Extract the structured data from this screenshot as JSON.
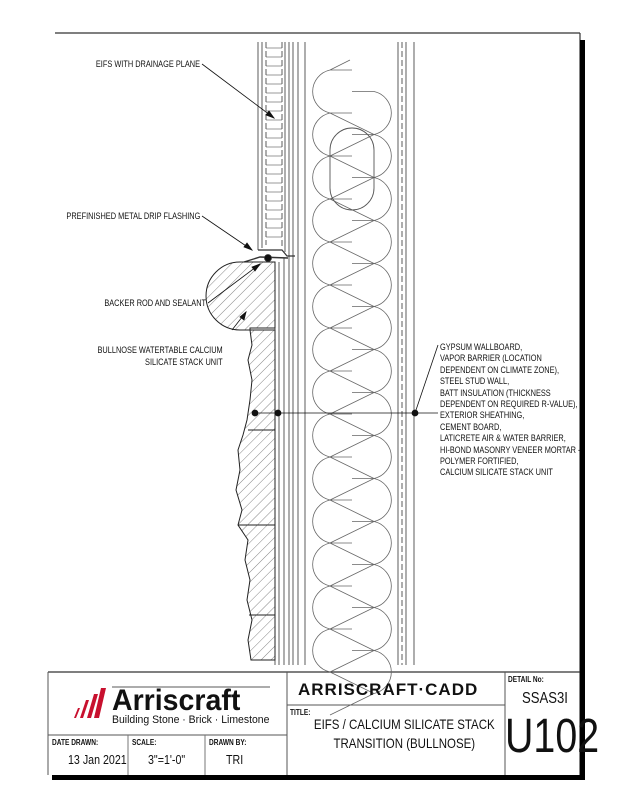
{
  "labels": {
    "eifs": "EIFS WITH DRAINAGE PLANE",
    "flashing": "PREFINISHED METAL DRIP FLASHING",
    "backer": "BACKER ROD AND SEALANT",
    "bullnose_1": "BULLNOSE WATERTABLE CALCIUM",
    "bullnose_2": "SILICATE STACK UNIT"
  },
  "wall_assembly": [
    "GYPSUM WALLBOARD,",
    "VAPOR BARRIER (LOCATION",
    "DEPENDENT ON CLIMATE ZONE),",
    "STEEL STUD WALL,",
    "BATT INSULATION (THICKNESS",
    "DEPENDENT ON REQUIRED R-VALUE),",
    "EXTERIOR SHEATHING,",
    "CEMENT BOARD,",
    "LATICRETE AIR & WATER BARRIER,",
    "HI-BOND MASONRY VENEER MORTAR -",
    "POLYMER FORTIFIED,",
    "CALCIUM SILICATE STACK UNIT"
  ],
  "title_block": {
    "logo_name": "Arriscraft",
    "logo_tagline": "Building Stone · Brick · Limestone",
    "cadd": "ARRISCRAFT·CADD",
    "title_label": "TITLE:",
    "title_line1": "EIFS / CALCIUM SILICATE STACK",
    "title_line2": "TRANSITION (BULLNOSE)",
    "detail_label": "DETAIL No:",
    "detail_code": "SSAS3I",
    "detail_number": "U102",
    "date_label": "DATE DRAWN:",
    "date_value": "13 Jan 2021",
    "scale_label": "SCALE:",
    "scale_value": "3\"=1'-0\"",
    "drawn_label": "DRAWN BY:",
    "drawn_value": "TRI"
  },
  "colors": {
    "logo_red": "#c8102e",
    "ink": "#111111"
  }
}
